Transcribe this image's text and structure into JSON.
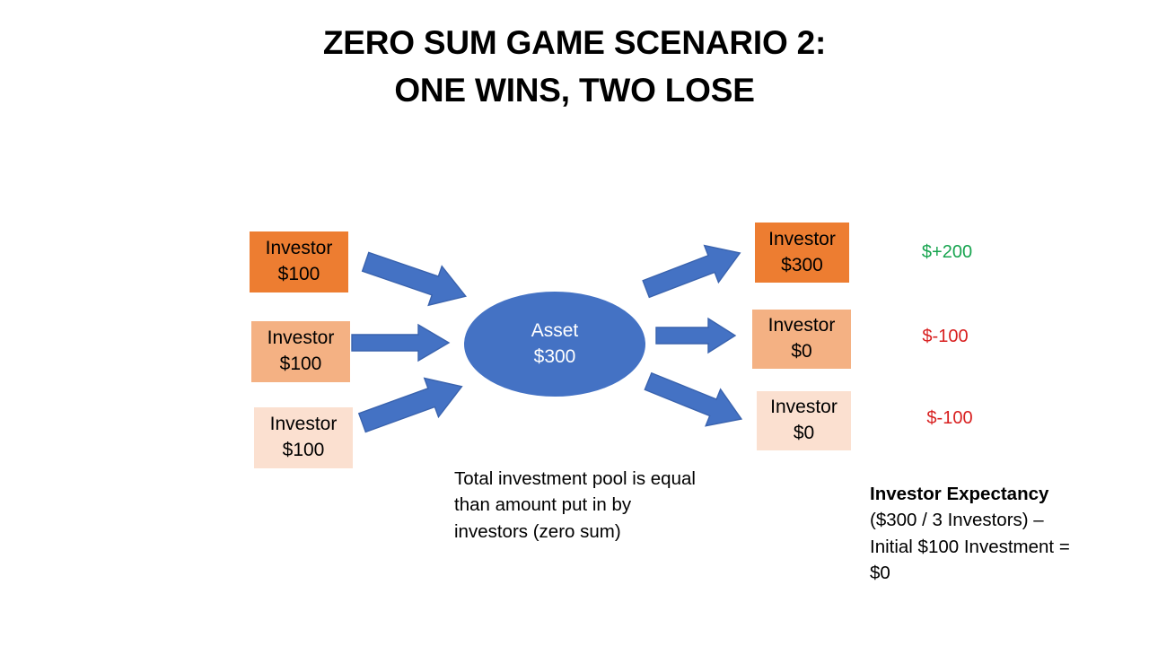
{
  "title": {
    "line1": "ZERO SUM GAME SCENARIO 2:",
    "line2": "ONE WINS, TWO LOSE"
  },
  "colors": {
    "orange_dark": "#ED7D31",
    "orange_mid": "#F4B183",
    "orange_light": "#FBE0D0",
    "blue": "#4472C4",
    "gain_green": "#17A44F",
    "loss_red": "#D81F1F",
    "background": "#FFFFFF"
  },
  "inputs": [
    {
      "label": "Investor",
      "amount": "$100",
      "fill": "#ED7D31"
    },
    {
      "label": "Investor",
      "amount": "$100",
      "fill": "#F4B183"
    },
    {
      "label": "Investor",
      "amount": "$100",
      "fill": "#FBE0D0"
    }
  ],
  "asset": {
    "label": "Asset",
    "amount": "$300"
  },
  "outputs": [
    {
      "label": "Investor",
      "amount": "$300",
      "fill": "#ED7D31",
      "result": "$+200",
      "result_type": "gain"
    },
    {
      "label": "Investor",
      "amount": "$0",
      "fill": "#F4B183",
      "result": "$-100",
      "result_type": "loss"
    },
    {
      "label": "Investor",
      "amount": "$0",
      "fill": "#FBE0D0",
      "result": "$-100",
      "result_type": "loss"
    }
  ],
  "pool_note": {
    "line1": "Total investment pool is equal",
    "line2": "than amount put in by",
    "line3": "investors (zero sum)"
  },
  "expectancy_note": {
    "heading": "Investor Expectancy",
    "line1": "($300 / 3 Investors) –",
    "line2": "Initial $100 Investment =",
    "line3": "$0"
  }
}
